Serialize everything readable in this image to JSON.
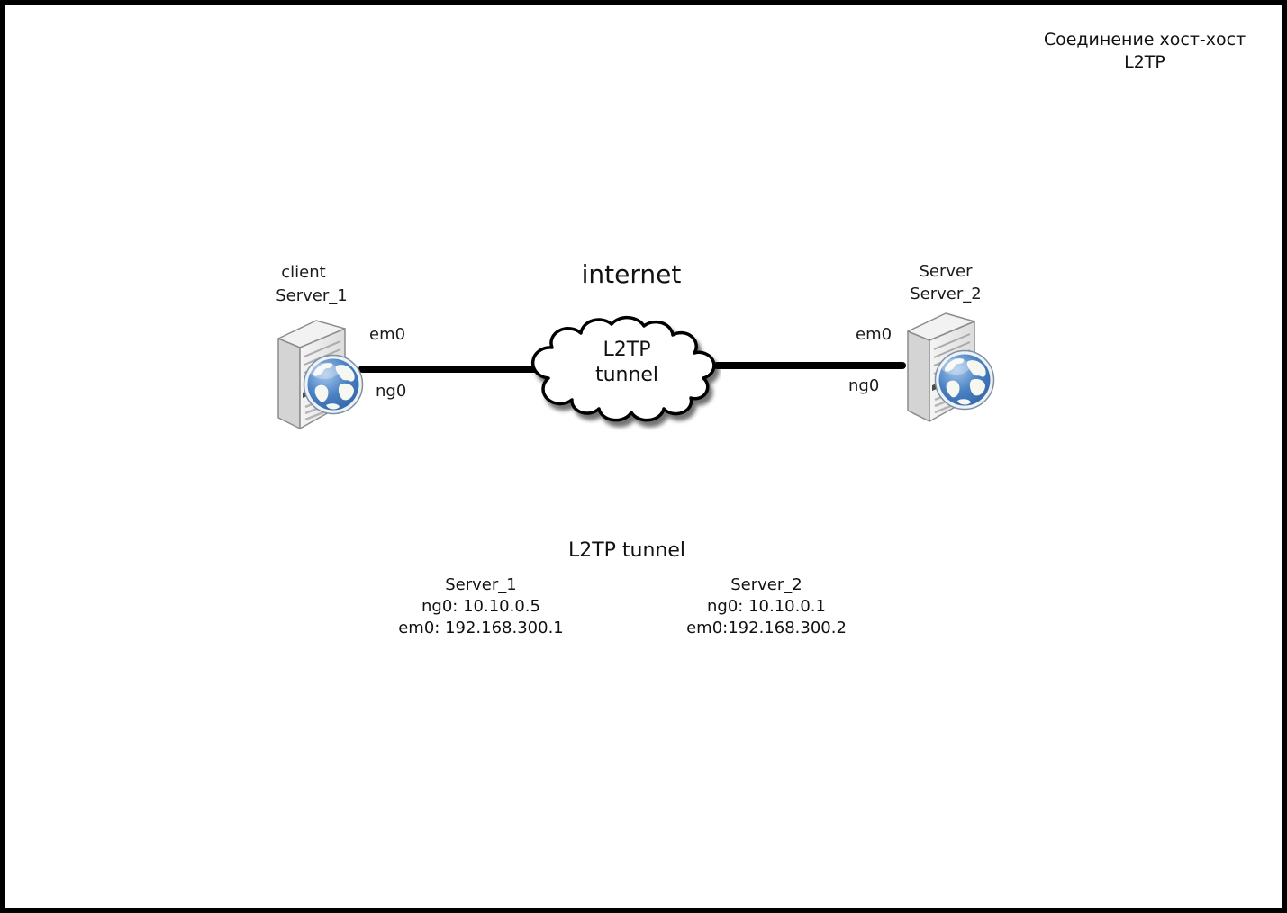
{
  "page": {
    "title_line1": "Соединение хост-хост",
    "title_line2": "L2TP"
  },
  "diagram": {
    "left_node": {
      "role": "client",
      "name": "Server_1",
      "iface_top": "em0",
      "iface_bottom": "ng0"
    },
    "cloud": {
      "caption": "internet",
      "label_line1": "L2TP",
      "label_line2": "tunnel"
    },
    "right_node": {
      "role": "Server",
      "name": "Server_2",
      "iface_top": "em0",
      "iface_bottom": "ng0"
    }
  },
  "details": {
    "heading": "L2TP tunnel",
    "columns": [
      {
        "name": "Server_1",
        "line1": "ng0: 10.10.0.5",
        "line2": "em0: 192.168.300.1"
      },
      {
        "name": "Server_2",
        "line1": "ng0: 10.10.0.1",
        "line2": "em0:192.168.300.2"
      }
    ]
  },
  "colors": {
    "page_border": "#000000",
    "link_line": "#000000",
    "cloud_fill": "#ffffff",
    "cloud_stroke": "#000000",
    "server_body": "#e8e8e8",
    "server_accent": "#4a4a4a",
    "globe_ocean": "#4a82c4",
    "text": "#111111"
  }
}
